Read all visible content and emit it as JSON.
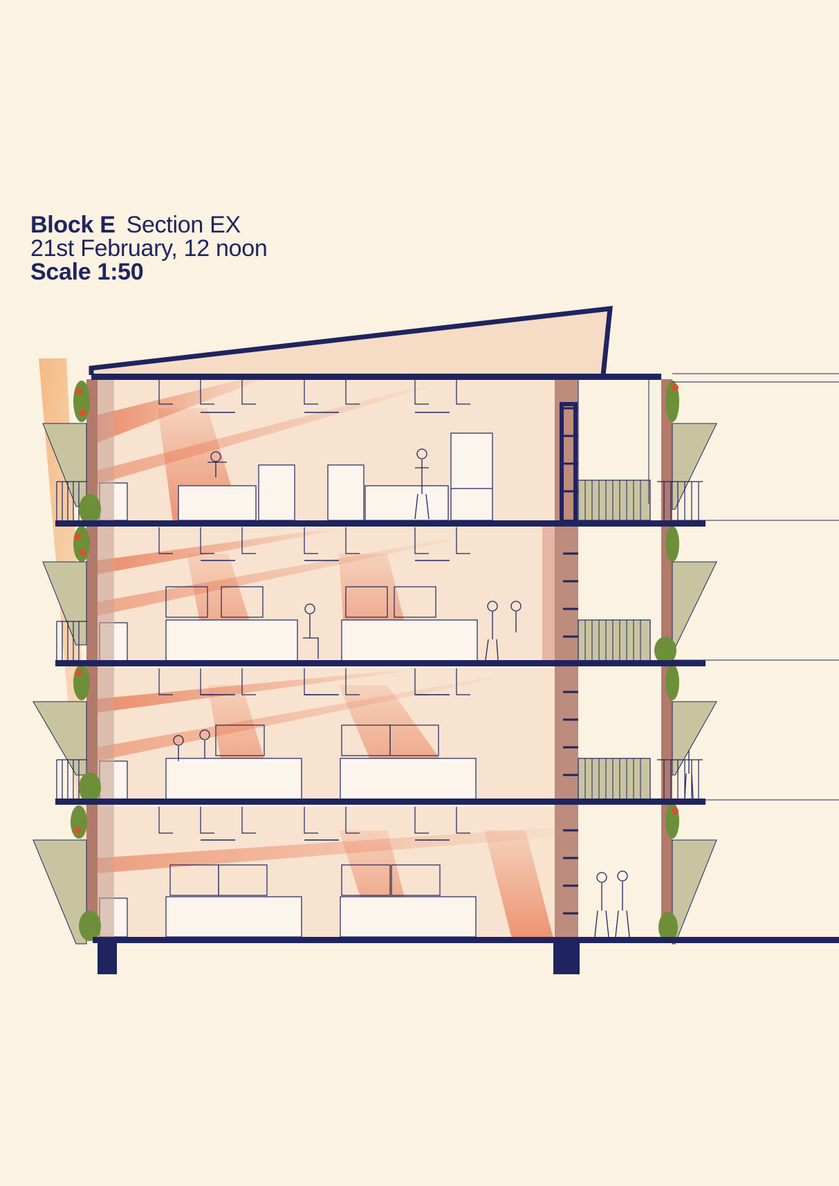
{
  "title": {
    "block": "Block E",
    "section": "Section EX",
    "datetime": "21st February, 12 noon",
    "scale": "Scale 1:50"
  },
  "colors": {
    "background": "#fbf2e2",
    "structure": "#1f2460",
    "sunlight": "#e8714a",
    "interior": "#f7e3d0",
    "facade_wall": "#b27a6b",
    "planter": "#c9c4a0",
    "foliage": "#6e8f3a",
    "flowers": "#d8522b"
  },
  "drawing": {
    "floors": 4,
    "icons": [
      "person-figure-icon",
      "kitchen-counter-icon",
      "refrigerator-icon",
      "planter-icon",
      "balcony-railing-icon",
      "ceiling-fan-icon"
    ]
  }
}
